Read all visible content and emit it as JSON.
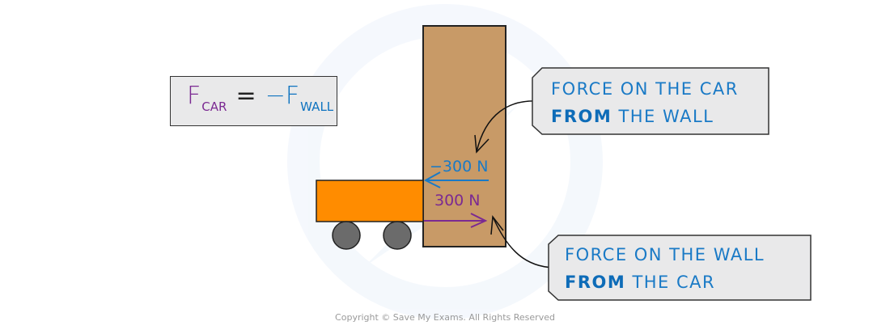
{
  "colors": {
    "wall": "#c89a67",
    "car_body": "#ff8c00",
    "wheel": "#6b6b6b",
    "car_force": "#7b2a92",
    "wall_force": "#1a7ac6",
    "label_bg": "#e9e9ea"
  },
  "equation": {
    "lhs_symbol": "F",
    "lhs_subscript": "CAR",
    "operator": "=",
    "minus": "−",
    "rhs_symbol": "F",
    "rhs_subscript": "WALL"
  },
  "forces": {
    "on_car": {
      "label": "−300 N",
      "direction": "left"
    },
    "on_wall": {
      "label": "300 N",
      "direction": "right"
    }
  },
  "labels": {
    "top": {
      "line1": "FORCE ON THE  CAR",
      "line2_bold": "FROM",
      "line2_rest": " THE WALL"
    },
    "bottom": {
      "line1": "FORCE  ON THE WALL",
      "line2_bold": "FROM",
      "line2_rest": " THE CAR"
    }
  },
  "copyright": "Copyright © Save My Exams. All Rights Reserved"
}
